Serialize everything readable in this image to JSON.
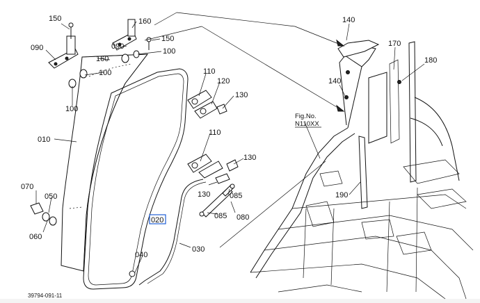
{
  "labels": {
    "p150a": "150",
    "p160a": "160",
    "p150b": "150",
    "p090a": "090",
    "p090b": "090",
    "p160b": "160",
    "p100a": "100",
    "p100b": "100",
    "p100c": "100",
    "p110a": "110",
    "p120": "120",
    "p130a": "130",
    "p010": "010",
    "p110b": "110",
    "p130b": "130",
    "p070": "070",
    "p050": "050",
    "p130c": "130",
    "p085a": "085",
    "p060": "060",
    "p085b": "085",
    "p080": "080",
    "p020": "020",
    "p040": "040",
    "p030": "030",
    "p140a": "140",
    "p170": "170",
    "p180": "180",
    "p140b": "140",
    "p190": "190"
  },
  "fig_ref": {
    "line1": "Fig.No.",
    "line2": "N110XX"
  },
  "drawing_number": "39794-091-11",
  "highlight_color": "#1e5fd6"
}
